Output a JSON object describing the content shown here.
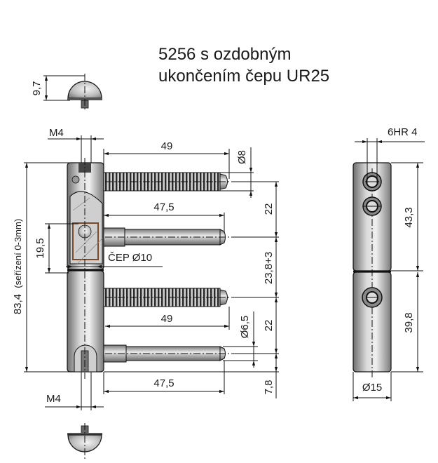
{
  "title": {
    "line1": "5256 s ozdobným",
    "line2": "ukončením čepu UR25"
  },
  "dimensions": {
    "cap_height": "9,7",
    "thread_top": "M4",
    "thread_bottom": "M4",
    "screw_length_top": "49",
    "screw_diameter": "Ø8",
    "pin_length_top": "47,5",
    "pin_spacing_top": "22",
    "pivot_height": "19,5",
    "pivot_label": "ČEP Ø10",
    "total_height": "83,4",
    "total_height_note": "(seřízení 0-3mm)",
    "middle_spacing": "23,8+3",
    "screw_length_bottom": "49",
    "pin_diameter": "Ø6,5",
    "pin_spacing_bottom": "22",
    "pin_length_bottom": "47,5",
    "bottom_offset": "7,8",
    "hex_socket": "6HR 4",
    "upper_body_height": "43,3",
    "lower_body_height": "39,8",
    "body_diameter": "Ø15"
  },
  "colors": {
    "metal_light": "#e6e6e6",
    "metal_mid": "#b5b5b5",
    "metal_dark": "#6f6f6f",
    "outline": "#111111",
    "brown_section": "#7a4a2a"
  }
}
